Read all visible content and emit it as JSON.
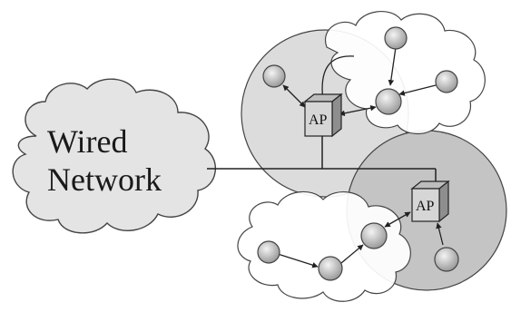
{
  "diagram": {
    "wired_cloud": {
      "line1": "Wired",
      "line2": "Network"
    },
    "access_points": [
      {
        "label": "AP"
      },
      {
        "label": "AP"
      }
    ],
    "colors": {
      "coverage_light": "#dcdcdc",
      "coverage_dark": "#c4c4c4",
      "cloud_fill": "#ffffff",
      "wired_cloud_fill": "#e4e4e4",
      "stroke": "#333333",
      "node_fill": "#d8d8d8"
    }
  }
}
